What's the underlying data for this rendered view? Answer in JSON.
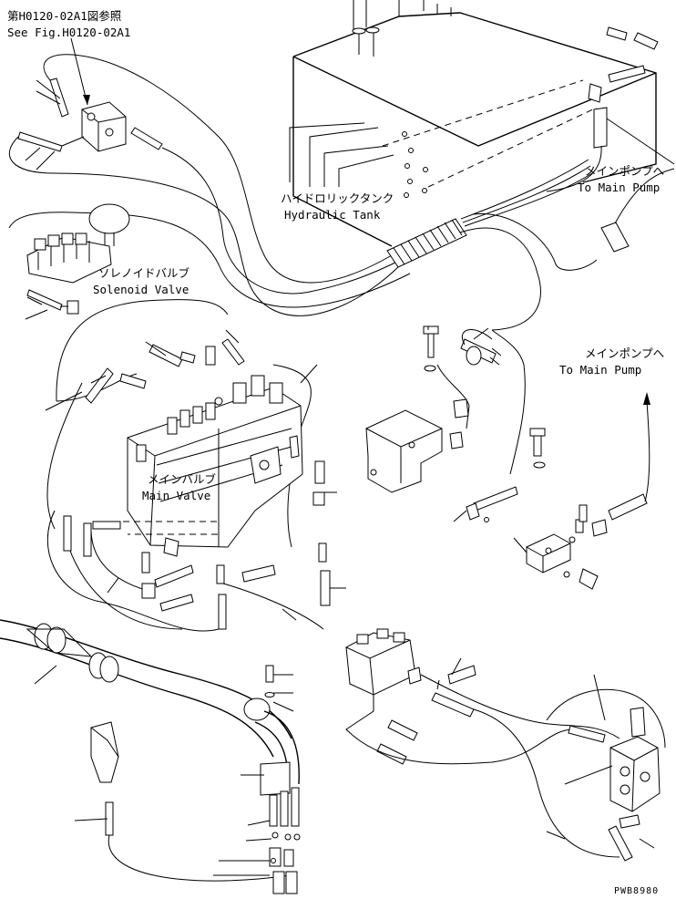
{
  "labels": {
    "ref_jp": "第H0120-02A1図参照",
    "ref_en": "See Fig.H0120-02A1",
    "tank_jp": "ハイドロリックタンク",
    "tank_en": "Hydraulic Tank",
    "main_pump_1_jp": "メインポンプへ",
    "main_pump_1_en": "To Main Pump",
    "main_pump_2_jp": "メインポンプへ",
    "main_pump_2_en": "To Main Pump",
    "solenoid_jp": "ソレノイドバルブ",
    "solenoid_en": "Solenoid Valve",
    "main_valve_jp": "メインバルブ",
    "main_valve_en": "Main Valve",
    "drawing_no": "PWB8980"
  }
}
